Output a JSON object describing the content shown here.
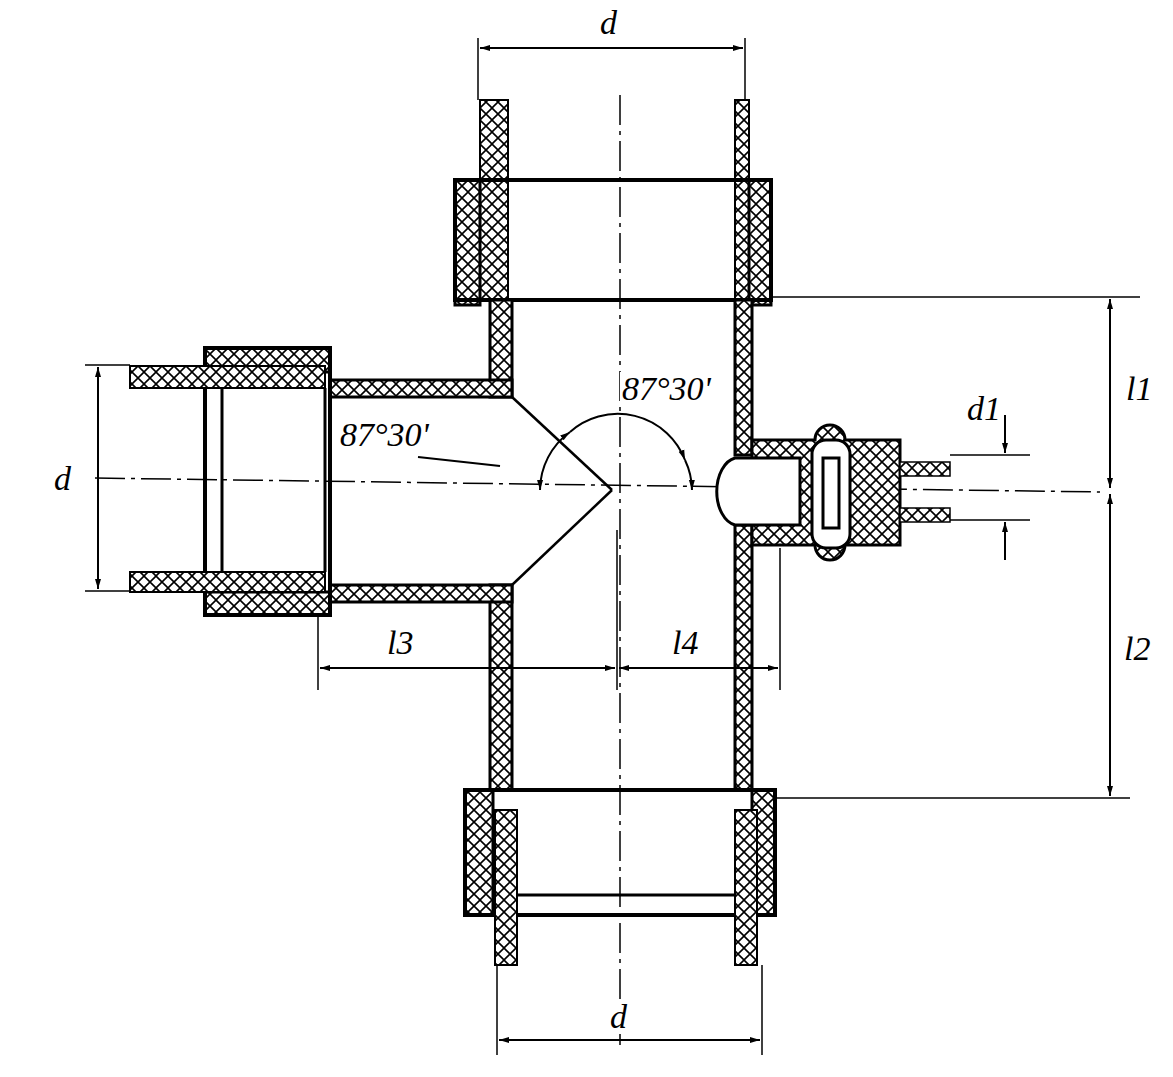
{
  "diagram": {
    "labels": [
      "d",
      "d",
      "d",
      "d1",
      "l1",
      "l2",
      "l3",
      "l4",
      "87°30'",
      "87°30'"
    ]
  }
}
